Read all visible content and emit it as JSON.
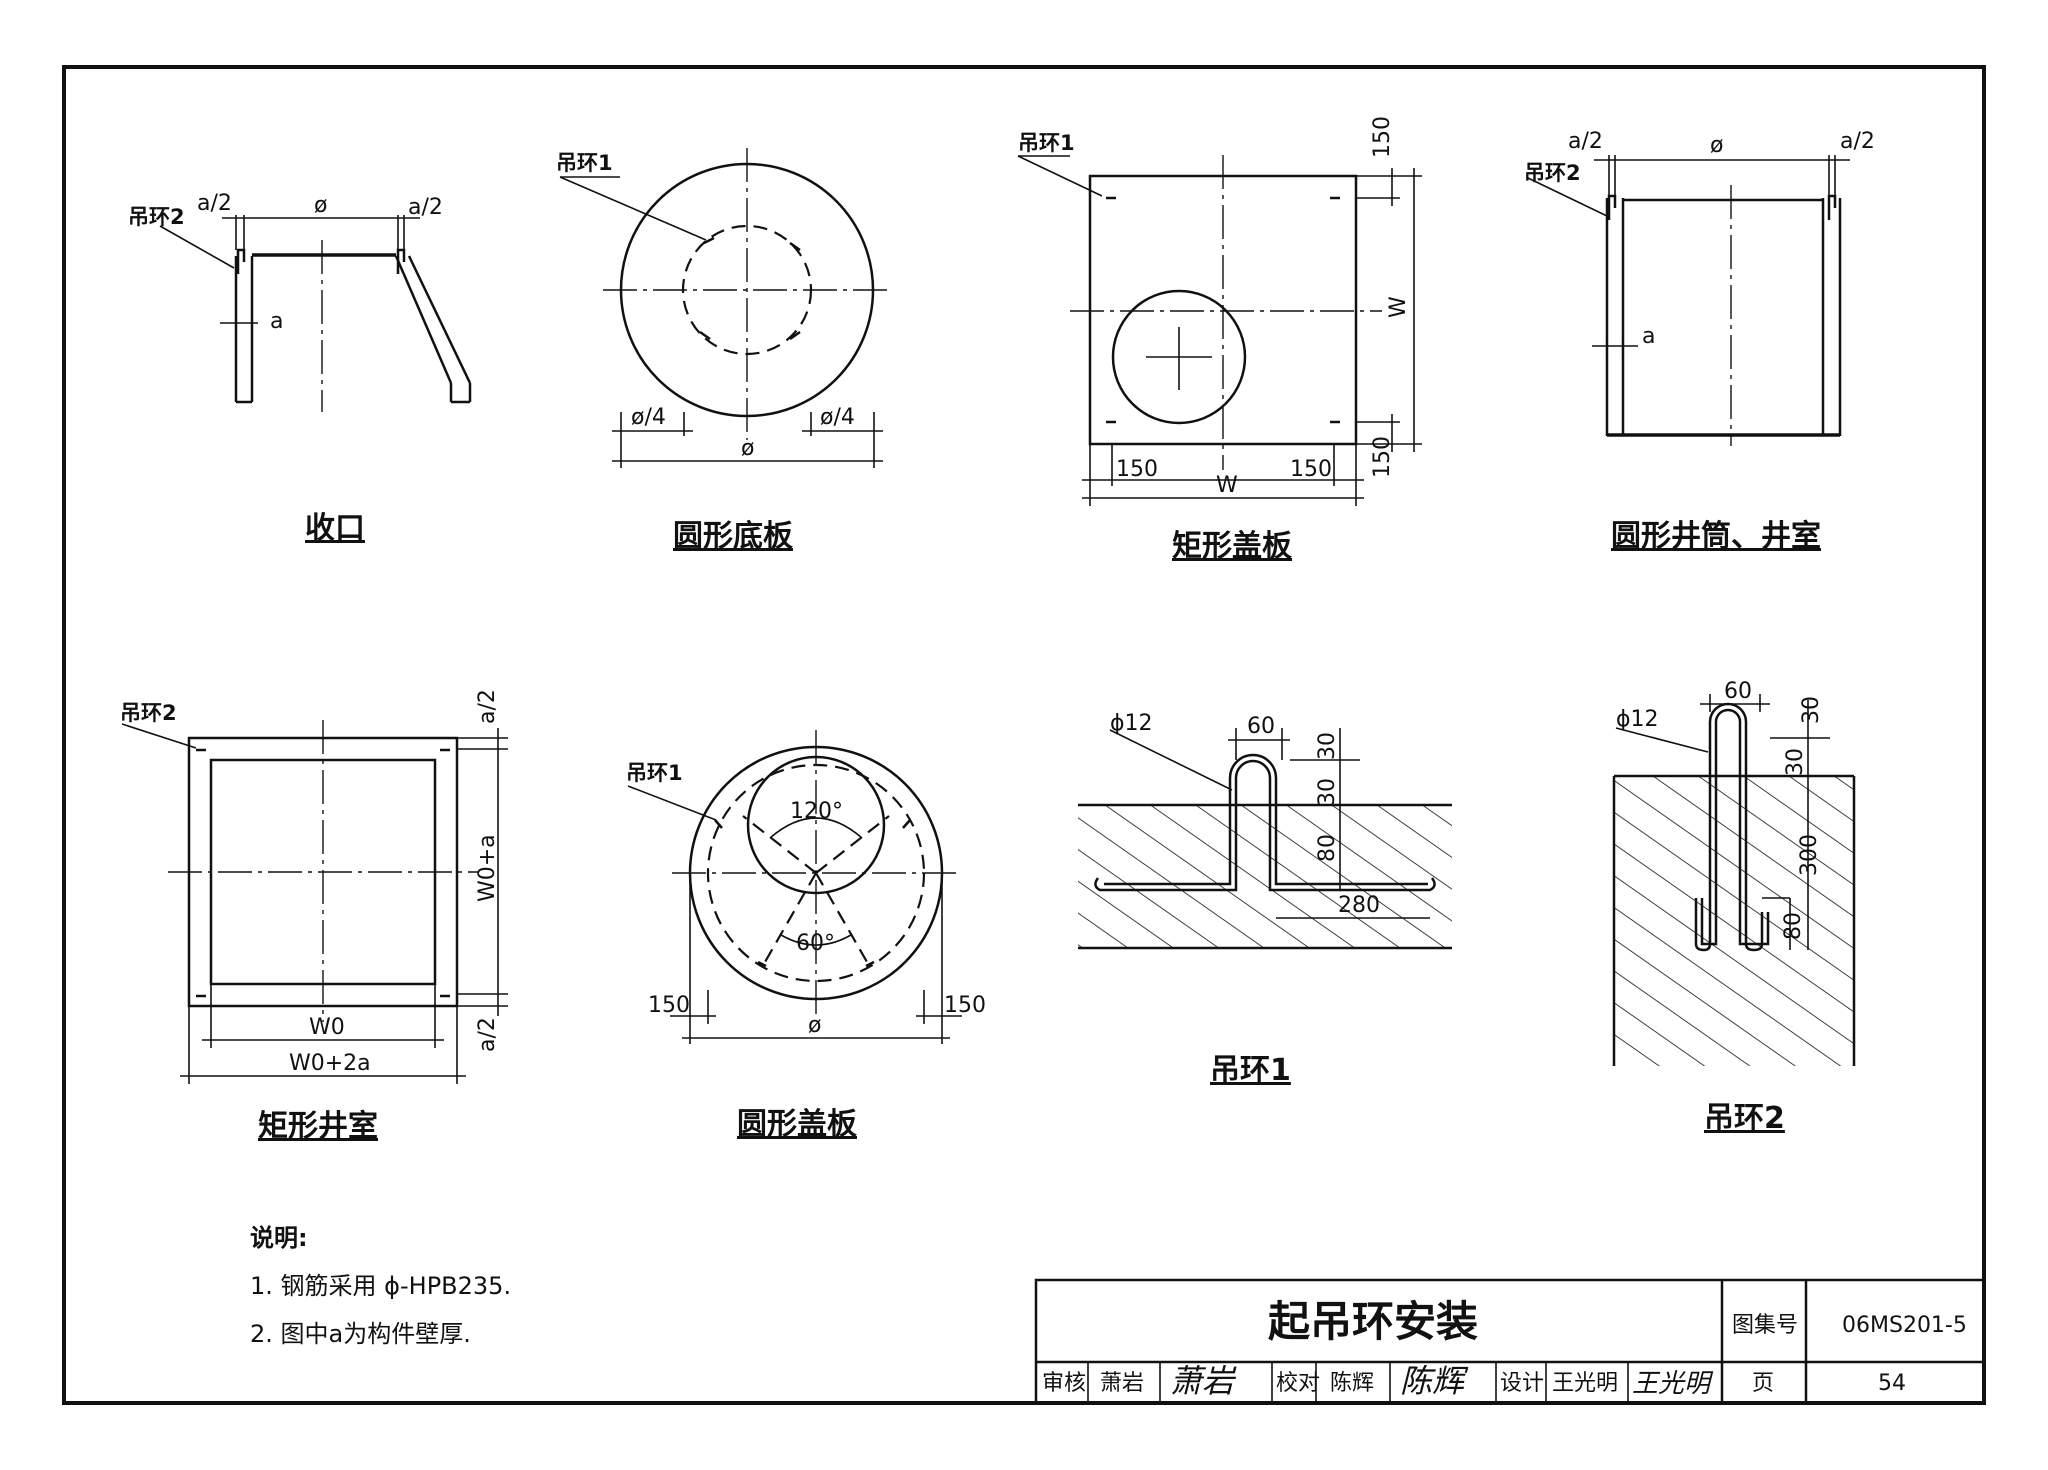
{
  "titles": {
    "shoukou": "收口",
    "round_base": "圆形底板",
    "rect_cover": "矩形盖板",
    "round_shaft": "圆形井筒、井室",
    "rect_chamber": "矩形井室",
    "round_cover": "圆形盖板",
    "ring1": "吊环1",
    "ring2": "吊环2"
  },
  "labels": {
    "ring1": "吊环1",
    "ring2": "吊环2",
    "a": "a",
    "a_half": "a/2",
    "phi": "ø",
    "phi_quarter": "ø/4",
    "w": "W",
    "d150": "150",
    "w0": "W0",
    "w0_2a": "W0+2a",
    "w0_a": "W0+a",
    "ang120": "120°",
    "ang60": "60°",
    "phi12": "ϕ12",
    "d60": "60",
    "d30": "30",
    "d80": "80",
    "d280": "280",
    "d300": "300"
  },
  "notes": {
    "heading": "说明:",
    "items": [
      "1. 钢筋采用 ϕ-HPB235.",
      "2. 图中a为构件壁厚."
    ]
  },
  "title_block": {
    "drawing_title": "起吊环安装",
    "atlas_no_label": "图集号",
    "atlas_no": "06MS201-5",
    "review_label": "审核",
    "reviewer": "萧岩",
    "reviewer_sig": "萧岩",
    "check_label": "校对",
    "checker": "陈辉",
    "checker_sig": "陈辉",
    "design_label": "设计",
    "designer": "王光明",
    "designer_sig": "王光明",
    "page_label": "页",
    "page_no": "54"
  }
}
